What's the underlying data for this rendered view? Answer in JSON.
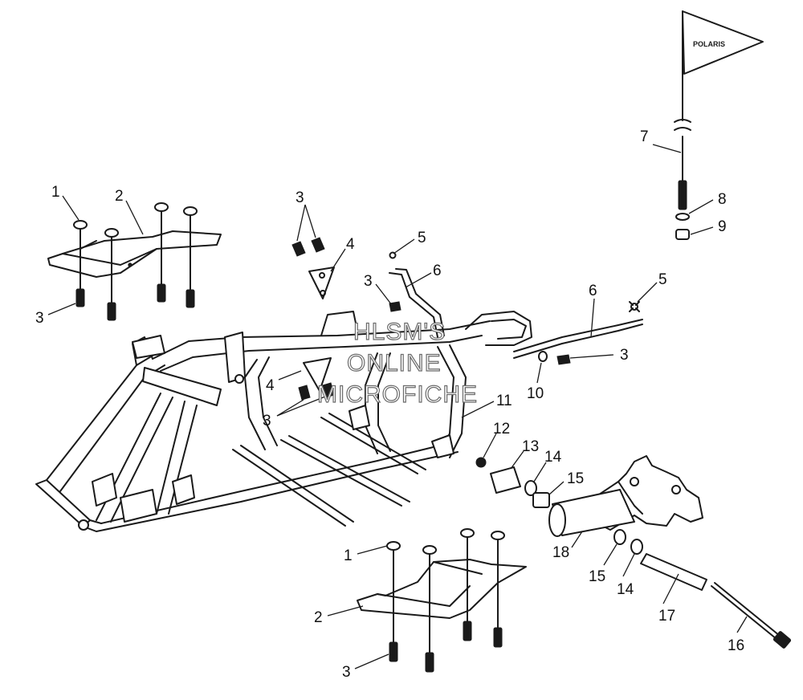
{
  "callouts": [
    {
      "label": "1"
    },
    {
      "label": "2"
    },
    {
      "label": "3"
    },
    {
      "label": "3"
    },
    {
      "label": "4"
    },
    {
      "label": "5"
    },
    {
      "label": "6"
    },
    {
      "label": "3"
    },
    {
      "label": "7"
    },
    {
      "label": "8"
    },
    {
      "label": "9"
    },
    {
      "label": "5"
    },
    {
      "label": "6"
    },
    {
      "label": "3"
    },
    {
      "label": "10"
    },
    {
      "label": "4"
    },
    {
      "label": "3"
    },
    {
      "label": "11"
    },
    {
      "label": "12"
    },
    {
      "label": "13"
    },
    {
      "label": "14"
    },
    {
      "label": "15"
    },
    {
      "label": "18"
    },
    {
      "label": "15"
    },
    {
      "label": "14"
    },
    {
      "label": "17"
    },
    {
      "label": "16"
    },
    {
      "label": "1"
    },
    {
      "label": "2"
    },
    {
      "label": "3"
    }
  ],
  "watermark": {
    "line1": "HLSM'S",
    "line2": "ONLINE",
    "line3": "MICROFICHE"
  },
  "flag": {
    "brand": "POLARIS"
  }
}
